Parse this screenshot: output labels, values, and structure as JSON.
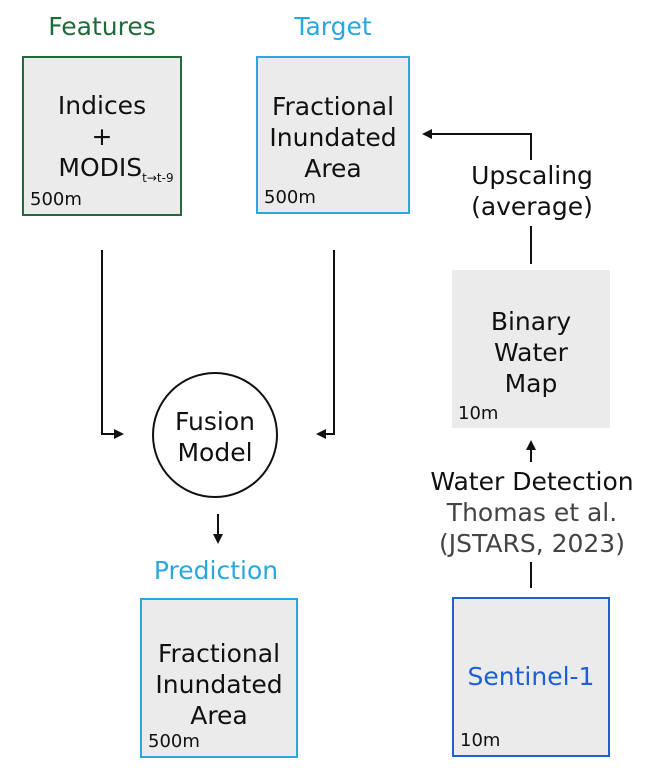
{
  "headers": {
    "features": "Features",
    "target": "Target",
    "prediction": "Prediction"
  },
  "features_box": {
    "line1": "Indices",
    "line2": "+",
    "line3": "MODIS",
    "line3_sub": "t→t-9",
    "resolution": "500m"
  },
  "target_box": {
    "line1": "Fractional",
    "line2": "Inundated",
    "line3": "Area",
    "resolution": "500m"
  },
  "upscaling": {
    "line1": "Upscaling",
    "line2": "(average)"
  },
  "binary_box": {
    "line1": "Binary",
    "line2": "Water",
    "line3": "Map",
    "resolution": "10m"
  },
  "fusion": {
    "line1": "Fusion",
    "line2": "Model"
  },
  "water_detection": {
    "line1": "Water Detection",
    "line2": "Thomas et al.",
    "line3": "(JSTARS, 2023)"
  },
  "prediction_box": {
    "line1": "Fractional",
    "line2": "Inundated",
    "line3": "Area",
    "resolution": "500m"
  },
  "sentinel_box": {
    "label": "Sentinel-1",
    "resolution": "10m"
  },
  "colors": {
    "features": "#1f6b3a",
    "target": "#29a8e0",
    "sentinel": "#1f5fd6",
    "box_fill": "#ebebeb"
  }
}
